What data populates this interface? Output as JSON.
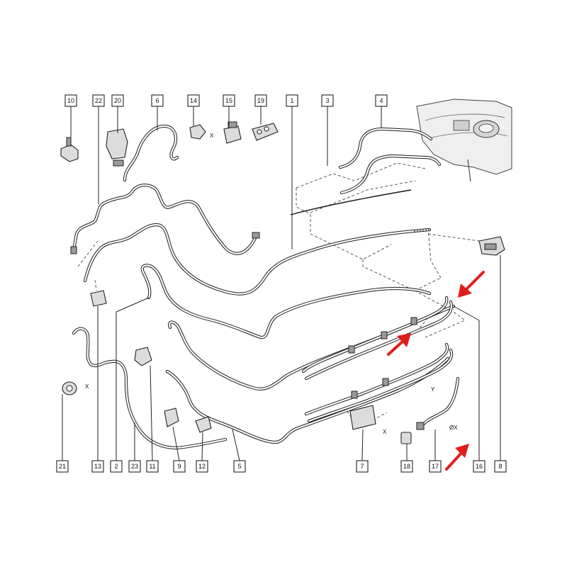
{
  "callouts": {
    "c10": "10",
    "c22": "22",
    "c20": "20",
    "c6": "6",
    "c14": "14",
    "c15": "15",
    "c19": "19",
    "c1": "1",
    "c3": "3",
    "c4": "4",
    "c21": "21",
    "c13": "13",
    "c2": "2",
    "c23": "23",
    "c11": "11",
    "c9": "9",
    "c12": "12",
    "c5": "5",
    "c7": "7",
    "c18": "18",
    "c17": "17",
    "c16": "16",
    "c8": "8"
  },
  "dimension_labels": {
    "x_clip14": "X",
    "x_part21": "X",
    "x_part18": "X",
    "y_part17": "Y",
    "dia_part17": "ØX"
  },
  "highlight_color": "#e11d1d"
}
